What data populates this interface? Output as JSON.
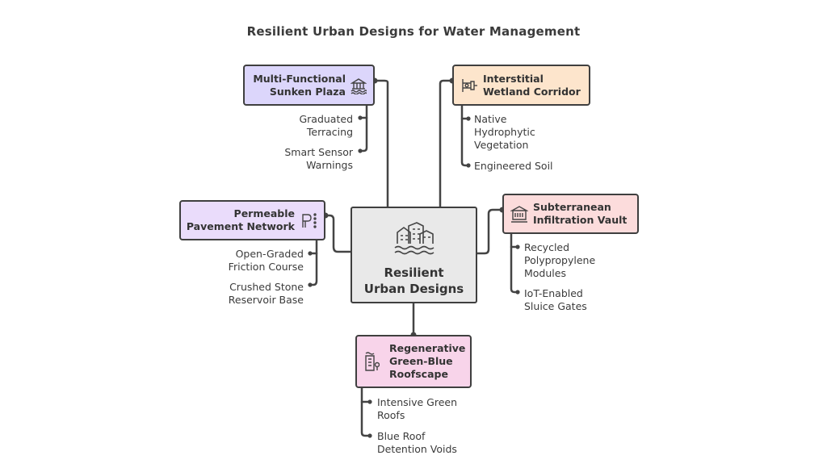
{
  "title": "Resilient Urban Designs for Water Management",
  "center": {
    "label": "Resilient\nUrban Designs",
    "icon": "buildings-on-water-icon"
  },
  "nodes": {
    "plaza": {
      "label": "Multi-Functional\nSunken Plaza",
      "icon": "plaza-pavilion-icon",
      "color": "#dcd6fb",
      "items": [
        "Graduated\nTerracing",
        "Smart Sensor\nWarnings"
      ]
    },
    "wetland": {
      "label": "Interstitial\nWetland Corridor",
      "icon": "pipe-valve-icon",
      "color": "#fde5cc",
      "items": [
        "Native\nHydrophytic\nVegetation",
        "Engineered Soil"
      ]
    },
    "pavement": {
      "label": "Permeable\nPavement Network",
      "icon": "permeable-drain-icon",
      "color": "#eadcfb",
      "items": [
        "Open-Graded\nFriction Course",
        "Crushed Stone\nReservoir Base"
      ]
    },
    "vault": {
      "label": "Subterranean\nInfiltration Vault",
      "icon": "underground-vault-icon",
      "color": "#fcdcdc",
      "items": [
        "Recycled\nPolypropylene\nModules",
        "IoT-Enabled\nSluice Gates"
      ]
    },
    "roof": {
      "label": "Regenerative\nGreen-Blue\nRoofscape",
      "icon": "green-roof-building-icon",
      "color": "#f8d4ea",
      "items": [
        "Intensive Green\nRoofs",
        "Blue Roof\nDetention Voids"
      ]
    }
  }
}
